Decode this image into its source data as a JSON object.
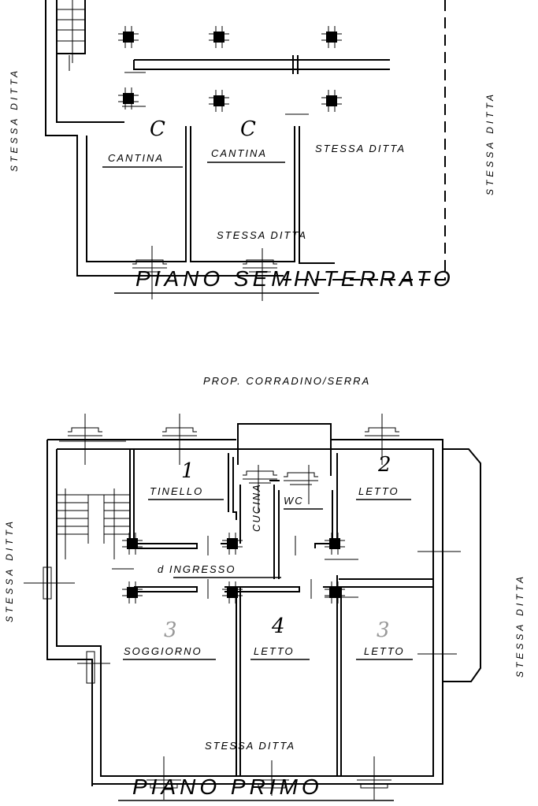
{
  "basement": {
    "title": "PIANO SEMINTERRATO",
    "rooms": [
      {
        "letter": "C",
        "label": "CANTINA"
      },
      {
        "letter": "C",
        "label": "CANTINA"
      }
    ],
    "right_area": "STESSA DITTA",
    "bottom_neighbor": "STESSA DITTA",
    "left_neighbor": "STESSA DITTA",
    "right_neighbor": "STESSA DITTA"
  },
  "first_floor": {
    "title": "PIANO PRIMO",
    "top_neighbor": "PROP. CORRADINO/SERRA",
    "bottom_neighbor": "STESSA DITTA",
    "left_neighbor": "STESSA DITTA",
    "right_neighbor": "STESSA DITTA",
    "rooms": [
      {
        "number": "1",
        "label": "TINELLO"
      },
      {
        "label": "CUCINA"
      },
      {
        "label": "WC"
      },
      {
        "number": "2",
        "label": "LETTO"
      },
      {
        "label": "d INGRESSO"
      },
      {
        "number": "3",
        "label": "SOGGIORNO"
      },
      {
        "number": "4",
        "label": "LETTO"
      },
      {
        "number": "3",
        "label": "LETTO"
      }
    ]
  }
}
